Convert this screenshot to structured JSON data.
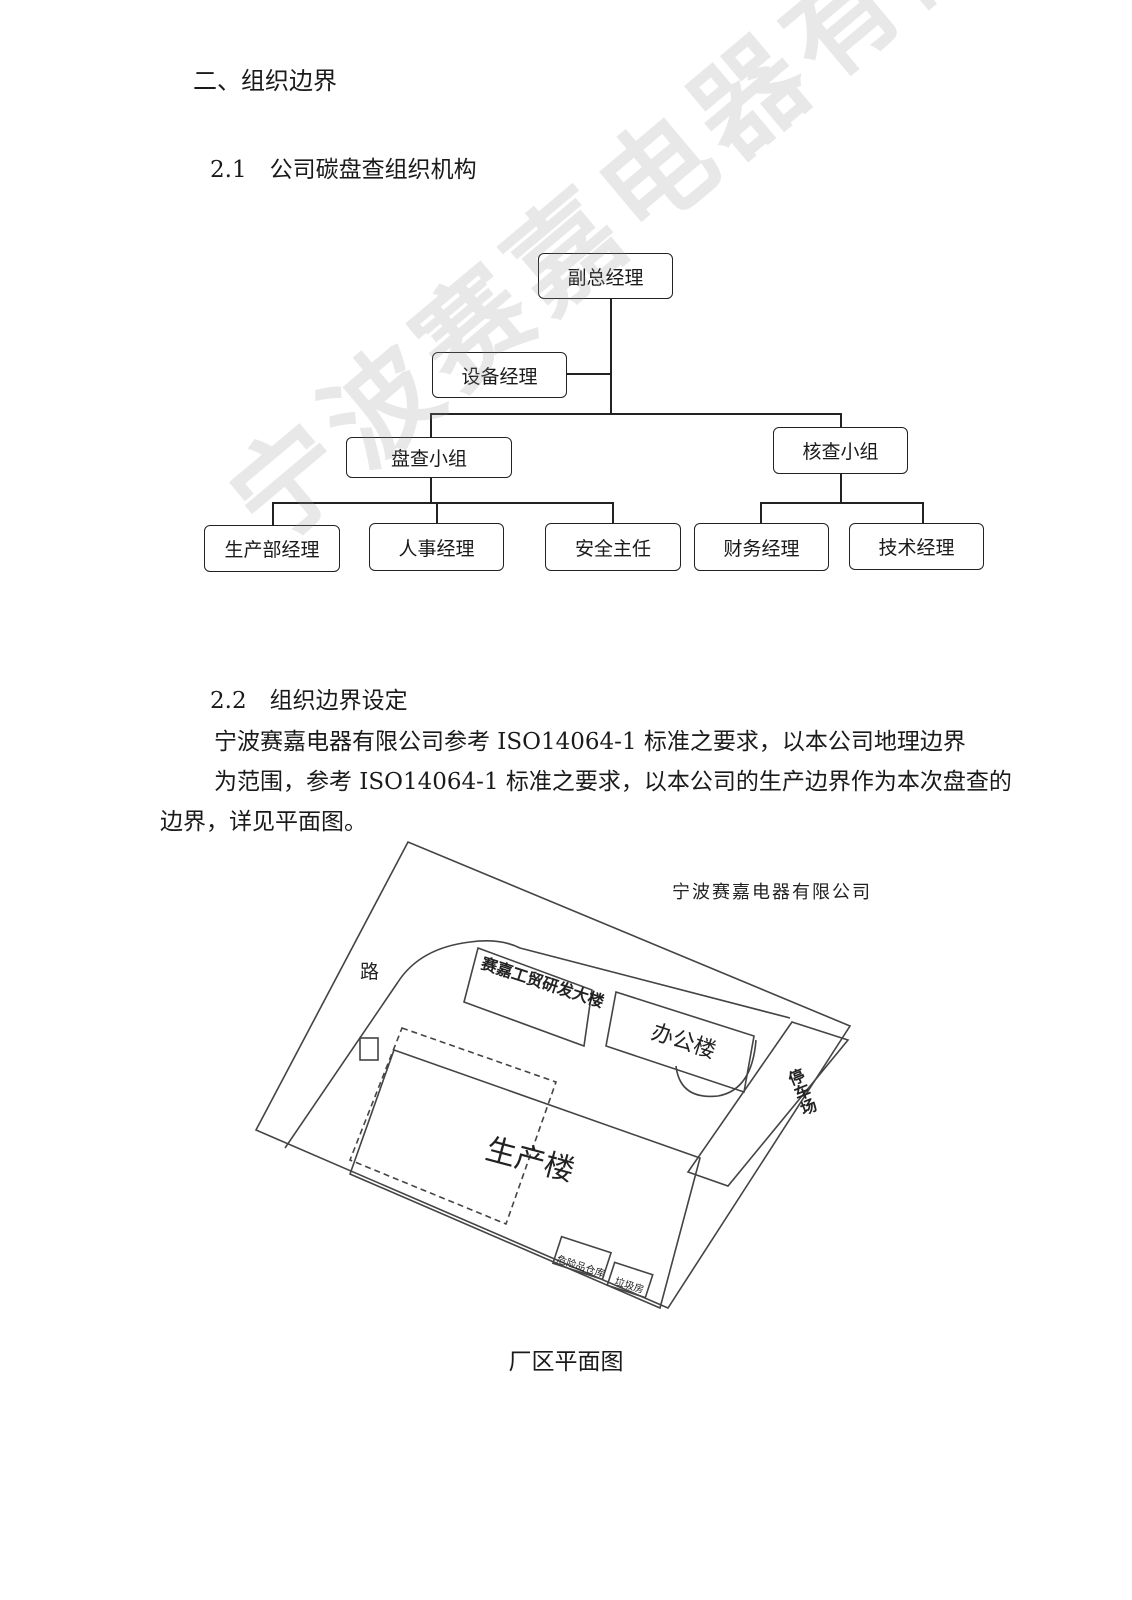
{
  "section": {
    "title": "二、组织边界"
  },
  "sub1": {
    "title": "2.1　公司碳盘查组织机构"
  },
  "org": {
    "top": "副总经理",
    "side": "设备经理",
    "group_left": "盘查小组",
    "group_right": "核查小组",
    "left_members": [
      "生产部经理",
      "人事经理",
      "安全主任"
    ],
    "right_members": [
      "财务经理",
      "技术经理"
    ]
  },
  "sub2": {
    "title": "2.2　组织边界设定"
  },
  "para": {
    "line1": "宁波赛嘉电器有限公司参考 ISO14064-1 标准之要求，以本公司地理边界",
    "line2": "为范围，参考 ISO14064-1 标准之要求，以本公司的生产边界作为本次盘查的",
    "line3": "边界，详见平面图。"
  },
  "plan": {
    "company": "宁波赛嘉电器有限公司",
    "road": "路",
    "rd_building": "赛嘉工贸研发大楼",
    "office": "办公楼",
    "parking": "停车场",
    "production": "生产楼",
    "warehouse": "危险品仓库",
    "waste": "垃圾房"
  },
  "caption": "厂区平面图",
  "watermark": "宁波赛嘉电器有限公司"
}
